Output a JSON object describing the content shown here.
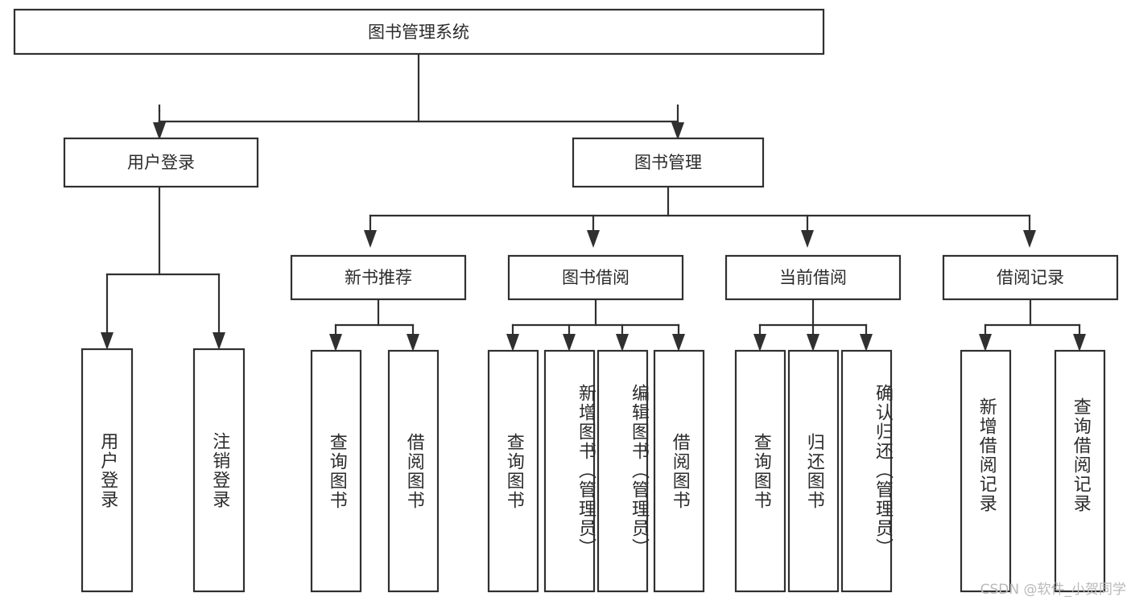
{
  "diagram": {
    "type": "tree-hierarchy-functional-decomposition",
    "orientation": "top-down",
    "background_color": "#ffffff",
    "box_stroke_color": "#303030",
    "text_color": "#2b2b2b",
    "root": {
      "label": "图书管理系统"
    },
    "level2": [
      {
        "label": "用户登录"
      },
      {
        "label": "图书管理"
      }
    ],
    "level3": [
      {
        "label": "新书推荐"
      },
      {
        "label": "图书借阅"
      },
      {
        "label": "当前借阅"
      },
      {
        "label": "借阅记录"
      }
    ],
    "leaves": {
      "user_login": [
        {
          "label": "用户登录"
        },
        {
          "label": "注销登录"
        }
      ],
      "new_book_recommend": [
        {
          "label": "查询图书"
        },
        {
          "label": "借阅图书"
        }
      ],
      "book_borrow": [
        {
          "label": "查询图书"
        },
        {
          "label": "新增图书（管理员）"
        },
        {
          "label": "编辑图书（管理员）"
        },
        {
          "label": "借阅图书"
        }
      ],
      "current_borrow": [
        {
          "label": "查询图书"
        },
        {
          "label": "归还图书"
        },
        {
          "label": "确认归还（管理员）"
        }
      ],
      "borrow_record": [
        {
          "label": "新增借阅记录"
        },
        {
          "label": "查询借阅记录"
        }
      ]
    },
    "watermark": {
      "text": "CSDN @软件_小贺同学",
      "color": "#b9b9b9"
    }
  }
}
